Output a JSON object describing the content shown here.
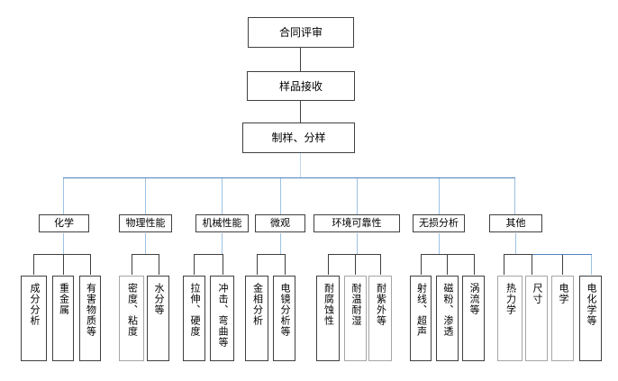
{
  "diagram": {
    "root": "合同评审",
    "level2": "样品接收",
    "level3": "制样、分样"
  },
  "categories": [
    {
      "label": "化学",
      "children": [
        "成分分析",
        "重金属",
        "有害物质等"
      ]
    },
    {
      "label": "物理性能",
      "children": [
        "密度、粘度",
        "水分等"
      ]
    },
    {
      "label": "机械性能",
      "children": [
        "拉伸、硬度",
        "冲击、弯曲等"
      ]
    },
    {
      "label": "微观",
      "children": [
        "金相分析",
        "电镜分析等"
      ]
    },
    {
      "label": "环境可靠性",
      "children": [
        "耐腐蚀性",
        "耐温耐湿",
        "耐紫外等"
      ]
    },
    {
      "label": "无损分析",
      "children": [
        "射线、超声",
        "磁粉、渗透",
        "涡流等"
      ]
    },
    {
      "label": "其他",
      "children": [
        "热力学",
        "尺寸",
        "电学",
        "电化学等"
      ]
    }
  ],
  "colors": {
    "connector_blue": "#4f81bd",
    "connector_light_blue": "#9cc2e5",
    "connector_pale_blue": "#bdd7ee",
    "connector_dark": "#3f3f3f",
    "box_border_dark": "#404040",
    "box_border_gray": "#a6a6a6",
    "background": "#ffffff",
    "text": "#000000"
  }
}
